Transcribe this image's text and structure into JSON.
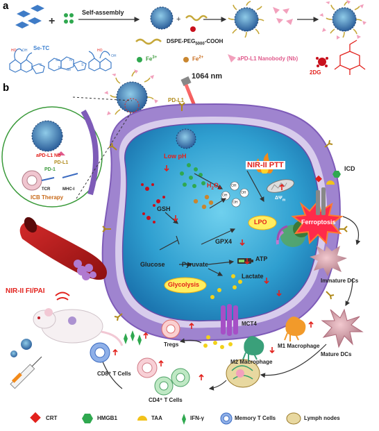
{
  "panel_a": {
    "label": "a",
    "self_assembly": "Self-assembly",
    "legend": {
      "se_tc": "Se-TC",
      "dspe": "DSPE-PEG",
      "dspe_sub": "5000",
      "dspe_suffix": "-COOH",
      "fe3": "Fe",
      "fe3_sup": "3+",
      "fe2": "Fe",
      "fe2_sup": "2+",
      "nb": "aPD-L1 Nanobody (Nb)",
      "dg": "2DG"
    },
    "molecule_labels": {
      "s1": "S",
      "s2": "S",
      "se1": "Se",
      "se2": "Se",
      "n1": "N",
      "n2": "N",
      "oh1": "OH",
      "oh2": "OH",
      "ho1": "HO",
      "ho2": "HO"
    }
  },
  "panel_b": {
    "label": "b",
    "laser": "1064 nm",
    "pdl1": "PD-L1",
    "inset": {
      "nb": "aPD-L1 Nb",
      "pdl1": "PD-L1",
      "pd1": "PD-1",
      "tcr": "TCR",
      "mhc": "MHC-I",
      "therapy": "ICB Therapy"
    },
    "cell": {
      "ptt": "NIR-II PTT",
      "low_ph": "Low pH",
      "h2o2": "H",
      "h2o2_sub1": "2",
      "h2o2_o": "O",
      "h2o2_sub2": "2",
      "oh": "OH",
      "gsh": "GSH",
      "gpx4": "GPX4",
      "lpo": "LPO",
      "delta_psi": "ΔΨ",
      "delta_psi_sub": "m",
      "glucose": "Glucose",
      "pyruvate": "Pyruvate",
      "atp": "ATP",
      "lactate": "Lactate",
      "glycolysis": "Glycolysis",
      "ferroptosis": "Ferroptosis"
    },
    "icd": "ICD",
    "immature_dcs": "Immature DCs",
    "mature_dcs": "Mature DCs",
    "mct4": "MCT4",
    "tregs": "Tregs",
    "m1": "M1 Macrophage",
    "m2": "M2 Macrophage",
    "cd8": "CD8⁺ T Cells",
    "cd4": "CD4⁺ T Cells",
    "imaging": "NIR-II FI/PAI"
  },
  "legend_bottom": [
    {
      "label": "CRT"
    },
    {
      "label": "HMGB1"
    },
    {
      "label": "TAA"
    },
    {
      "label": "IFN-γ"
    },
    {
      "label": "Memory T Cells"
    },
    {
      "label": "Lymph nodes"
    }
  ],
  "colors": {
    "accent_red": "#e2211c",
    "membrane": "#7e5bb8",
    "cell_inner": "#2f9fd0",
    "fe3": "#2fa84f",
    "fe2": "#c9862f"
  }
}
